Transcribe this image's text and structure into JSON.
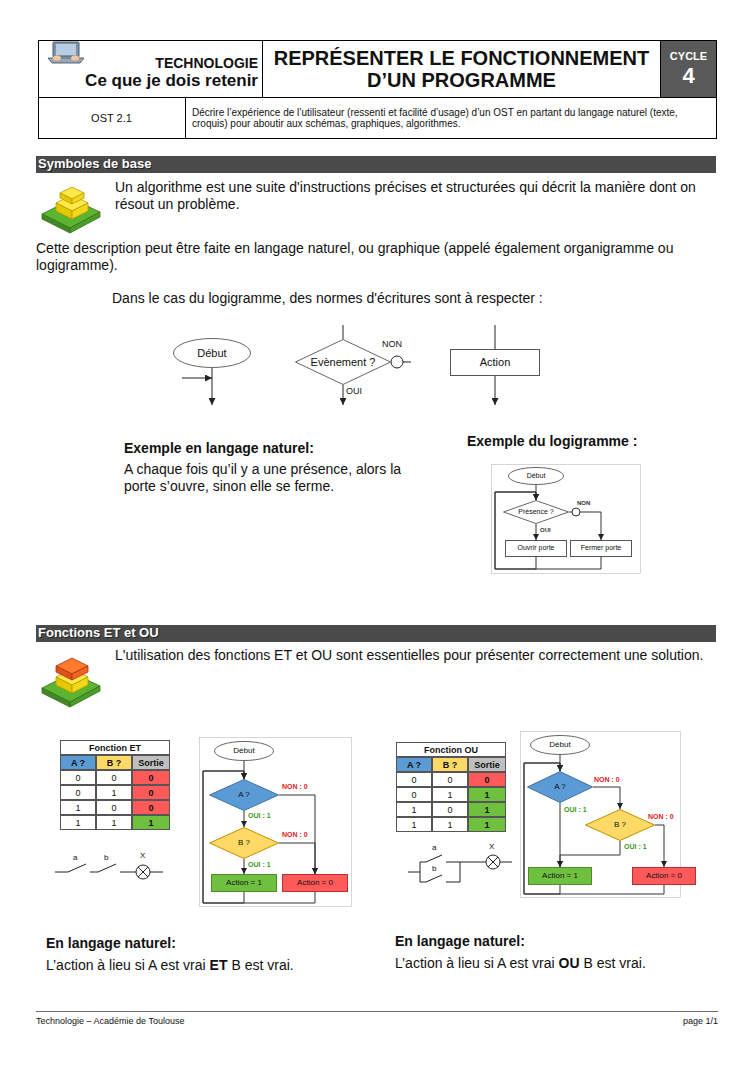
{
  "diagram": {
    "title": "REPRÉSENTER LE FONCTIONNEMENT D’UN PROGRAMME",
    "nodes": [
      {
        "text": [
          "TECHNOLOGIE",
          "Ce que je dois retenir"
        ]
      },
      {
        "text": [
          "CYCLE",
          "4"
        ]
      },
      {
        "text": [
          "OST 2.1"
        ]
      },
      {
        "text": [
          "Décrire l’expérience de l’utilisateur (ressenti et facilité d’usage) d’un OST en partant du langage naturel (texte, croquis) pour aboutir aux schémas, graphiques, algorithmes."
        ]
      },
      {
        "text": [
          "Symboles de base"
        ]
      },
      {
        "text": [
          "Début"
        ]
      },
      {
        "text": [
          "Evènement ?"
        ]
      },
      {
        "text": [
          "Action"
        ]
      },
      {
        "text": [
          "Début"
        ]
      },
      {
        "text": [
          "Présence ?"
        ]
      },
      {
        "text": [
          "Ouvrir porte"
        ]
      },
      {
        "text": [
          "Fermer porte"
        ]
      },
      {
        "text": [
          "Fonctions ET et OU"
        ]
      },
      {
        "text": [
          "Début"
        ]
      },
      {
        "text": [
          "A ?"
        ]
      },
      {
        "text": [
          "B ?"
        ]
      },
      {
        "text": [
          "Action = 1"
        ]
      },
      {
        "text": [
          "Action = 0"
        ]
      },
      {
        "text": [
          "Début"
        ]
      },
      {
        "text": [
          "A ?"
        ]
      },
      {
        "text": [
          "B ?"
        ]
      },
      {
        "text": [
          "Action = 1"
        ]
      },
      {
        "text": [
          "Action = 0"
        ]
      }
    ],
    "edges": [
      {
        "from": 8,
        "to": 9,
        "arrow": "to"
      },
      {
        "from": 9,
        "to": 10,
        "label": "OUI",
        "arrow": "to"
      },
      {
        "from": 9,
        "to": 11,
        "label": "NON",
        "arrow": "to"
      },
      {
        "from": 10,
        "to": 9,
        "arrow": "to"
      },
      {
        "from": 11,
        "to": 9,
        "arrow": "to"
      },
      {
        "from": 13,
        "to": 14,
        "arrow": "to"
      },
      {
        "from": 14,
        "to": 15,
        "label": "OUI : 1",
        "arrow": "to"
      },
      {
        "from": 14,
        "to": 17,
        "label": "NON : 0",
        "arrow": "to"
      },
      {
        "from": 15,
        "to": 16,
        "label": "OUI : 1",
        "arrow": "to"
      },
      {
        "from": 15,
        "to": 17,
        "label": "NON : 0",
        "arrow": "to"
      },
      {
        "from": 16,
        "to": 14,
        "arrow": "to"
      },
      {
        "from": 17,
        "to": 14,
        "arrow": "to"
      },
      {
        "from": 18,
        "to": 19,
        "arrow": "to"
      },
      {
        "from": 19,
        "to": 21,
        "label": "OUI : 1",
        "arrow": "to"
      },
      {
        "from": 19,
        "to": 20,
        "label": "NON : 0",
        "arrow": "to"
      },
      {
        "from": 20,
        "to": 21,
        "label": "OUI : 1",
        "arrow": "to"
      },
      {
        "from": 20,
        "to": 22,
        "label": "NON : 0",
        "arrow": "to"
      },
      {
        "from": 21,
        "to": 19,
        "arrow": "to"
      },
      {
        "from": 22,
        "to": 19,
        "arrow": "to"
      }
    ],
    "labels": [
      "Un algorithme est une suite d'instructions précises et structurées qui décrit la manière dont on résout un problème.",
      "Cette description peut être faite en langage naturel, ou graphique (appelé également organigramme ou logigramme).",
      "Dans le cas du logigramme, des normes d'écritures sont à respecter :",
      "NON",
      "OUI",
      "Exemple en langage naturel:",
      "A chaque fois qu’il y a une présence, alors la porte s’ouvre, sinon elle se ferme.",
      "Exemple du logigramme :",
      "L'utilisation des fonctions ET et OU sont essentielles pour présenter correctement une solution.",
      "Fonction ET",
      "A ?",
      "B ?",
      "Sortie",
      "0",
      "0",
      "0",
      "0",
      "1",
      "0",
      "1",
      "0",
      "0",
      "1",
      "1",
      "1",
      "a",
      "b",
      "X",
      "Fonction OU",
      "A ?",
      "B ?",
      "Sortie",
      "0",
      "0",
      "0",
      "0",
      "1",
      "1",
      "1",
      "0",
      "1",
      "1",
      "1",
      "1",
      "a",
      "b",
      "X",
      "En langage naturel:",
      "L’action à lieu si A est vrai",
      "ET",
      "B est vrai.",
      "En langage naturel:",
      "L’action à lieu si A est vrai",
      "OU",
      "B est vrai.",
      "Technologie – Académie de Toulouse",
      "page 1/1"
    ]
  }
}
